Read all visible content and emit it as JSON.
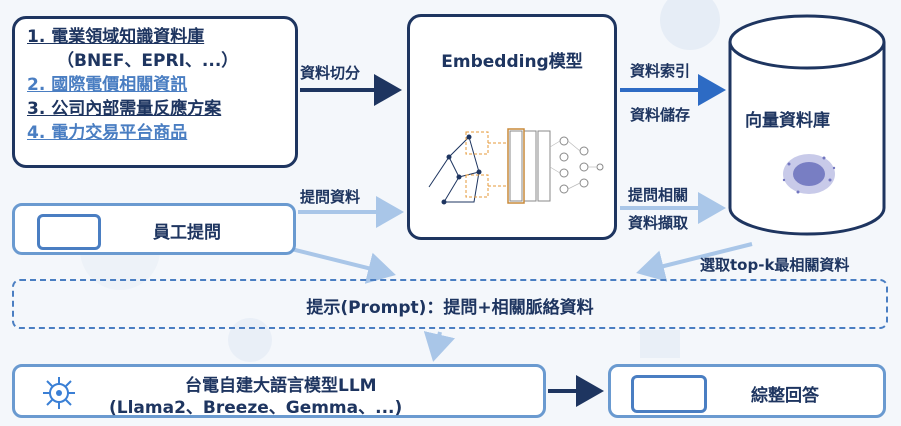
{
  "sources": {
    "line1": "1. 電業領域知識資料庫",
    "line1b": "（BNEF、EPRI、...）",
    "line2": "2. 國際電價相關資訊",
    "line3": "3. 公司內部需量反應方案",
    "line4": "4. 電力交易平台商品"
  },
  "embedding": {
    "title": "Embedding模型"
  },
  "vector_db": {
    "title": "向量資料庫"
  },
  "employee": {
    "label": "員工提問"
  },
  "prompt": {
    "label": "提示(Prompt)：提問+相關脈絡資料"
  },
  "llm": {
    "line1": "台電自建大語言模型LLM",
    "line2": "(Llama2、Breeze、Gemma、...)"
  },
  "answer": {
    "label": "綜整回答"
  },
  "arrows": {
    "data_split": "資料切分",
    "data_index": "資料索引",
    "data_store": "資料儲存",
    "question_data": "提問資料",
    "retrieve_l1": "提問相關",
    "retrieve_l2": "資料擷取",
    "topk": "選取top-k最相關資料"
  },
  "colors": {
    "navy": "#1e3560",
    "accent": "#4a7ec2",
    "light": "#9dbde3"
  }
}
